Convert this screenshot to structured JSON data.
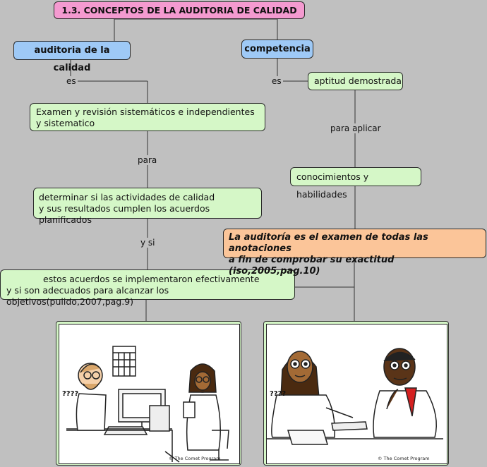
{
  "title": "1.3.    CONCEPTOS DE LA AUDITORIA DE CALIDAD",
  "left": {
    "concept": "auditoria de la calidad",
    "link1": "es",
    "node1": "Examen y revisión sistemáticos e independientes  y sistematico",
    "link2": "para",
    "node2_line1": "determinar si las actividades de calidad",
    "node2_line2": "y sus resultados cumplen los acuerdos planificados",
    "link3": "y si",
    "node3_line1": "estos acuerdos se implementaron efectivamente",
    "node3_line2": "y si son adecuados para alcanzar los objetivos(pulido,2007,pag.9)"
  },
  "right": {
    "concept": "competencia",
    "link1": "es",
    "node1": "aptitud demostrada",
    "link2": "para aplicar",
    "node2": "conocimientos y habilidades",
    "highlight_line1": "La auditoría es el examen de todas las anotaciones",
    "highlight_line2": "a fin de comprobar su exactitud (iso,2005,pag.10)"
  },
  "images": {
    "left_caption": "????",
    "right_caption": "????",
    "credit": "© The Comet Program"
  },
  "colors": {
    "background": "#c0c0c0",
    "title_fill": "#f49ad0",
    "concept_fill": "#9ec9f6",
    "node_fill": "#d5f7c7",
    "highlight_fill": "#fbc599"
  }
}
